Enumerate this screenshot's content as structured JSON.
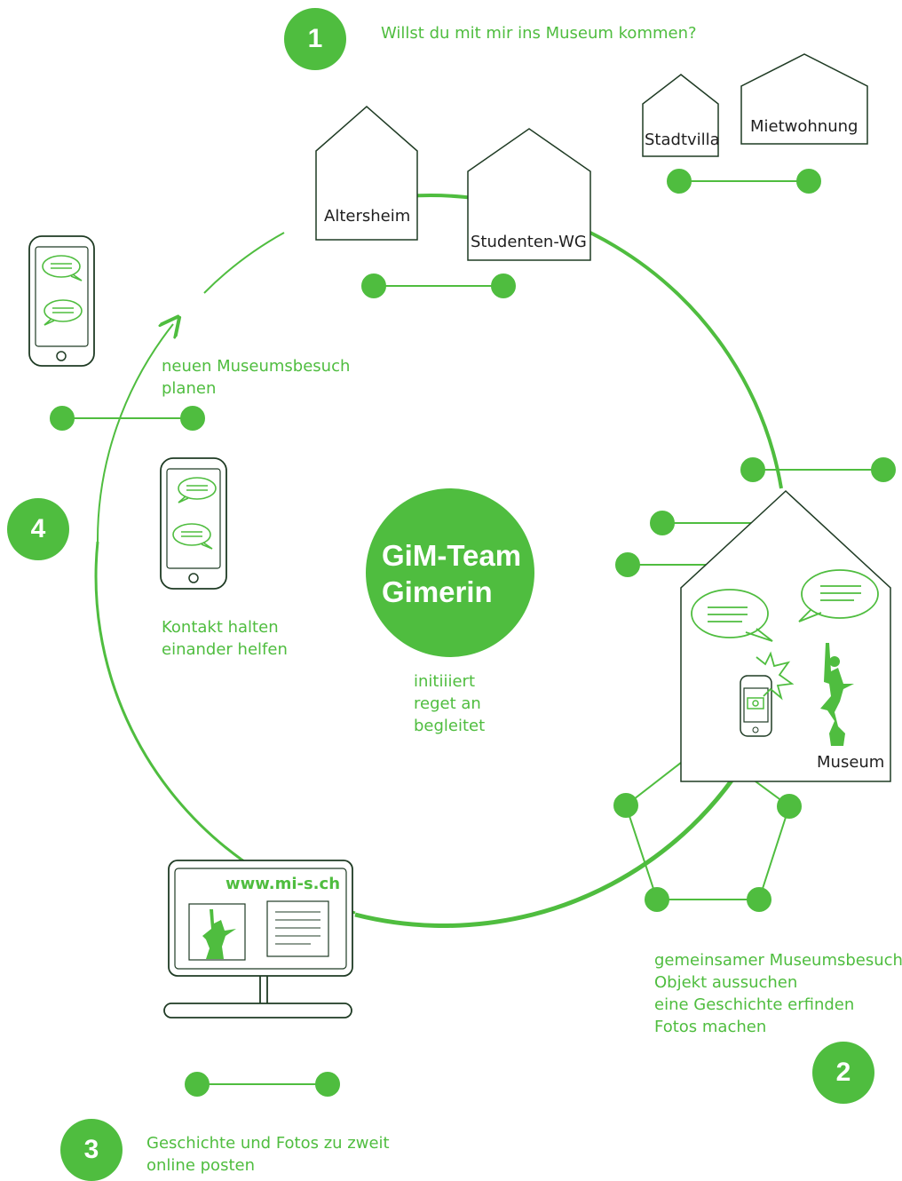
{
  "colors": {
    "accent": "#4fbd3f",
    "outline": "#1f3b24",
    "text_dark": "#1f1f1f",
    "background": "#ffffff"
  },
  "steps": [
    {
      "number": "1",
      "lines": [
        "Willst du mit mir ins Museum kommen?"
      ]
    },
    {
      "number": "2",
      "lines": [
        "gemeinsamer Museumsbesuch:",
        "Objekt aussuchen",
        "eine Geschichte erfinden",
        "Fotos machen"
      ]
    },
    {
      "number": "3",
      "lines": [
        "Geschichte und Fotos zu zweit",
        "online posten"
      ]
    },
    {
      "number": "4",
      "lines": [
        "neuen Museumsbesuch",
        "planen"
      ]
    }
  ],
  "contact_text": [
    "Kontakt halten",
    "einander helfen"
  ],
  "center": {
    "lines": [
      "GiM-Team",
      "Gimerin"
    ],
    "caption": [
      "initiiiert",
      "reget an",
      "begleitet"
    ]
  },
  "houses": {
    "altersheim": "Altersheim",
    "studenten_wg": "Studenten-WG",
    "stadtvilla": "Stadtvilla",
    "mietwohnung": "Mietwohnung",
    "museum": "Museum"
  },
  "website_url": "www.mi-s.ch",
  "icons": [
    "phone-chat-icon",
    "house-icon",
    "museum-icon",
    "camera-phone-icon",
    "statue-icon",
    "computer-monitor-icon",
    "speech-bubble-icon",
    "pentagon-network-icon"
  ]
}
